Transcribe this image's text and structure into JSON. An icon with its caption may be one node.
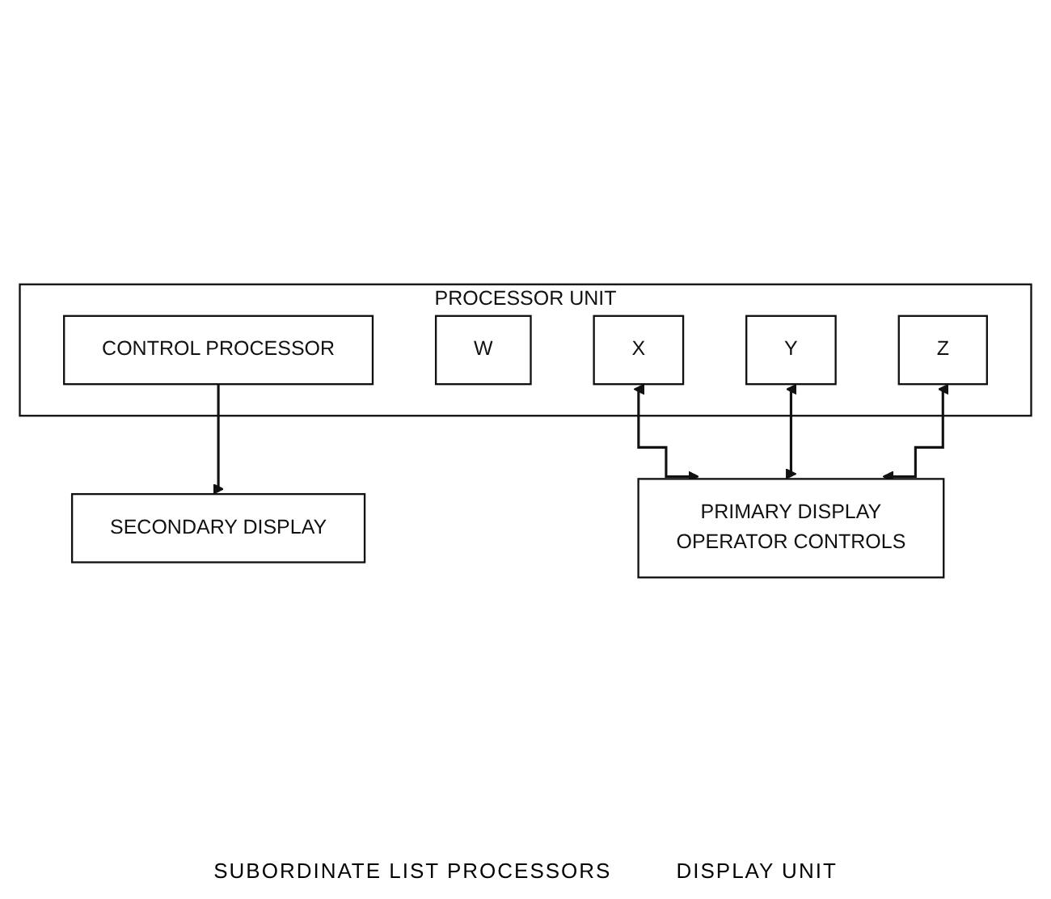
{
  "diagram": {
    "nodes": [
      {
        "text": [
          "PROCESSOR UNIT"
        ]
      },
      {
        "text": [
          "CONTROL PROCESSOR"
        ],
        "in": 0
      },
      {
        "text": [
          "W"
        ],
        "in": 0
      },
      {
        "text": [
          "X"
        ],
        "in": 0
      },
      {
        "text": [
          "Y"
        ],
        "in": 0
      },
      {
        "text": [
          "Z"
        ],
        "in": 0
      },
      {
        "text": [
          "SECONDARY DISPLAY"
        ]
      },
      {
        "text": [
          "PRIMARY DISPLAY",
          "OPERATOR CONTROLS"
        ]
      }
    ],
    "edges": [
      {
        "from": 1,
        "to": 6,
        "arrow": "to"
      },
      {
        "from": 3,
        "to": 7,
        "arrow": "both"
      },
      {
        "from": 4,
        "to": 7,
        "arrow": "both"
      },
      {
        "from": 5,
        "to": 7,
        "arrow": "both"
      }
    ],
    "labels": [
      "SUBORDINATE LIST PROCESSORS",
      "DISPLAY UNIT"
    ]
  }
}
